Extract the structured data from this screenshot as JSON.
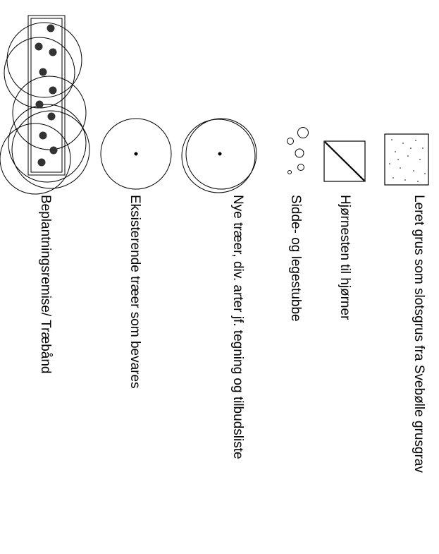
{
  "legend": {
    "items": [
      {
        "key": "gravel",
        "label": "Leret grus som slotsgrus fra Svebølle grusgrav"
      },
      {
        "key": "corner_stone",
        "label": "Hjørnesten til hjørner"
      },
      {
        "key": "seat_stumps",
        "label": "Sidde- og legestubbe"
      },
      {
        "key": "new_trees",
        "label": "Nye træer, div. arter jf. tegning og tilbudsliste"
      },
      {
        "key": "existing_trees",
        "label": "Eksisterende træer som bevares"
      },
      {
        "key": "planting_bed",
        "label": "Beplantningsremise/ Træbånd"
      }
    ]
  }
}
